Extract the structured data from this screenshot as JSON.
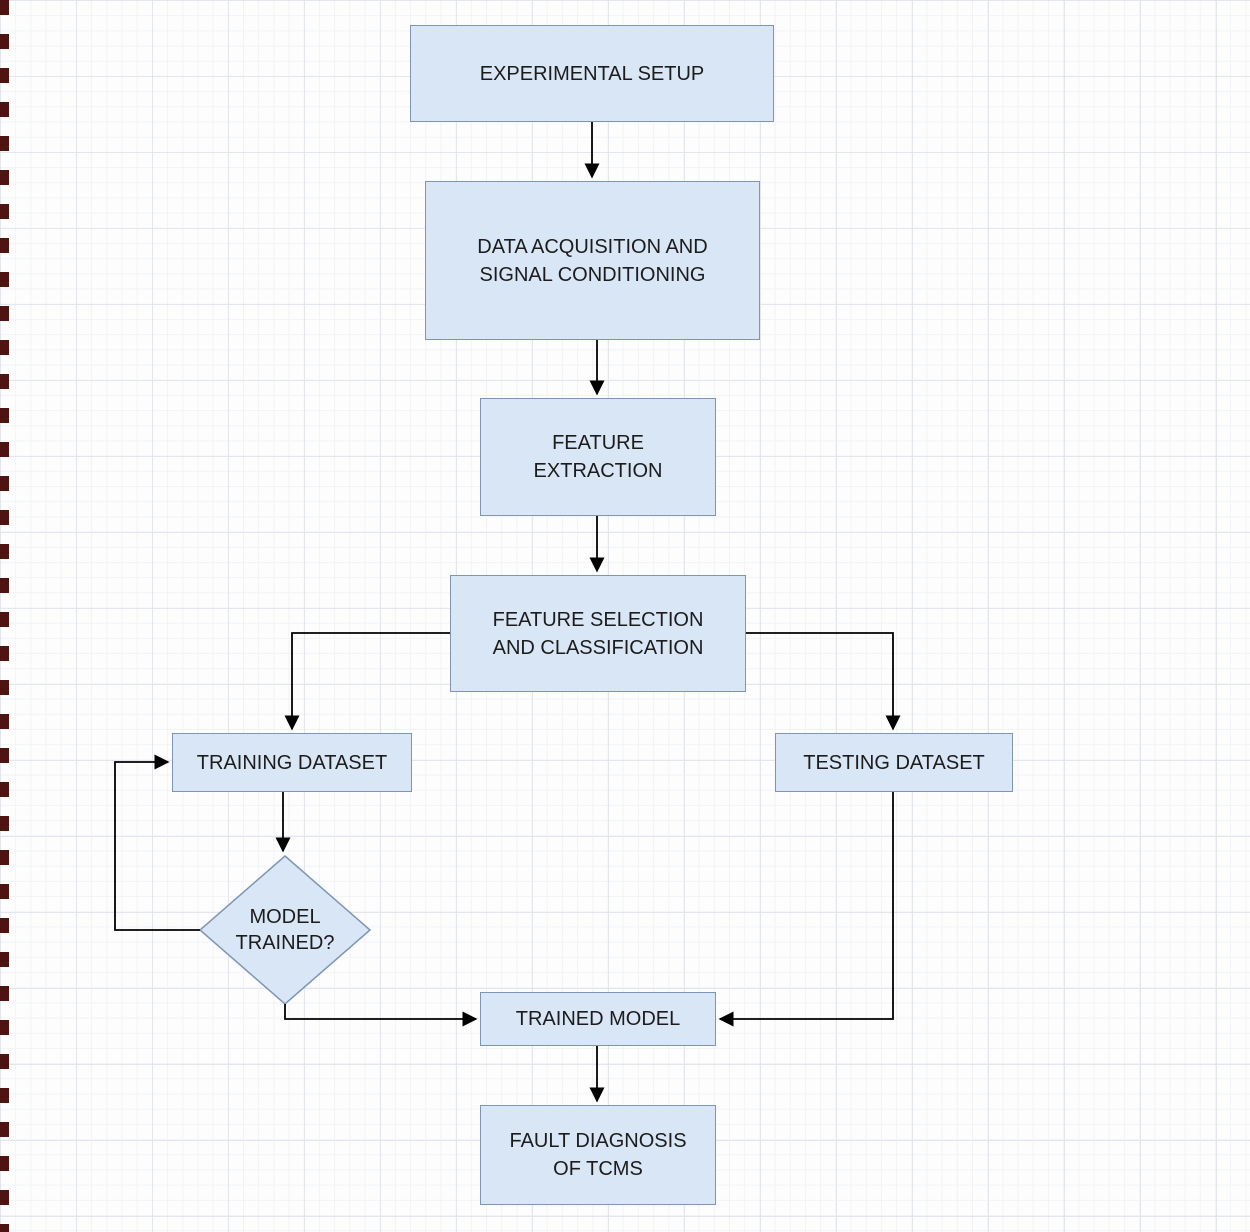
{
  "diagram": {
    "type": "flowchart",
    "background": {
      "grid": true,
      "grid_minor_color": "#f1f3f5",
      "grid_major_color": "#e3e6ea",
      "canvas_color": "#fdfdfd"
    },
    "colors": {
      "node_fill": "#d9e6f5",
      "node_border": "#7d96b5",
      "connector": "#000000",
      "text": "#1c1c1c",
      "edge_marks": "#4d1411"
    },
    "nodes": [
      {
        "id": "experimental-setup",
        "shape": "process",
        "label": "EXPERIMENTAL SETUP"
      },
      {
        "id": "data-acquisition",
        "shape": "process",
        "label": [
          "DATA ACQUISITION AND",
          "SIGNAL CONDITIONING"
        ]
      },
      {
        "id": "feature-extraction",
        "shape": "process",
        "label": [
          "FEATURE",
          "EXTRACTION"
        ]
      },
      {
        "id": "feature-selection",
        "shape": "process",
        "label": [
          "FEATURE SELECTION",
          "AND CLASSIFICATION"
        ]
      },
      {
        "id": "training-dataset",
        "shape": "process",
        "label": "TRAINING DATASET"
      },
      {
        "id": "testing-dataset",
        "shape": "process",
        "label": "TESTING DATASET"
      },
      {
        "id": "model-trained",
        "shape": "decision",
        "label": [
          "MODEL",
          "TRAINED?"
        ]
      },
      {
        "id": "trained-model",
        "shape": "process",
        "label": "TRAINED MODEL"
      },
      {
        "id": "fault-diagnosis",
        "shape": "process",
        "label": [
          "FAULT DIAGNOSIS",
          "OF TCMS"
        ]
      }
    ],
    "edges": [
      {
        "from": "experimental-setup",
        "to": "data-acquisition"
      },
      {
        "from": "data-acquisition",
        "to": "feature-extraction"
      },
      {
        "from": "feature-extraction",
        "to": "feature-selection"
      },
      {
        "from": "feature-selection",
        "to": "training-dataset"
      },
      {
        "from": "feature-selection",
        "to": "testing-dataset"
      },
      {
        "from": "training-dataset",
        "to": "model-trained"
      },
      {
        "from": "model-trained",
        "to": "training-dataset"
      },
      {
        "from": "model-trained",
        "to": "trained-model"
      },
      {
        "from": "testing-dataset",
        "to": "trained-model"
      },
      {
        "from": "trained-model",
        "to": "fault-diagnosis"
      }
    ]
  }
}
